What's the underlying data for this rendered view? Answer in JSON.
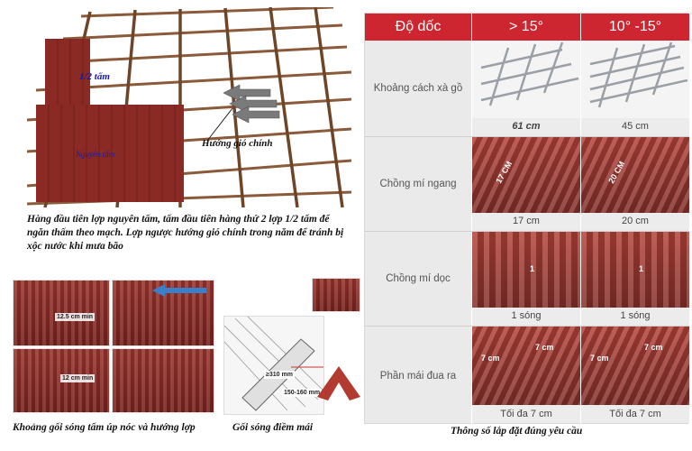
{
  "main_illustration": {
    "label_half_sheet": "1/2 tấm",
    "label_full_sheet": "Nguyên tấm",
    "label_wind": "Hướng gió chính",
    "caption": "Hàng đầu tiên lợp nguyên tấm, tấm đầu tiên hàng thứ 2 lợp 1/2 tấm để ngăn thấm theo mạch. Lợp ngược hướng gió chính trong năm để tránh bị xộc nước khi mưa bão"
  },
  "bottom_photos": {
    "tag_ridge_top": "12.5 cm min",
    "tag_ridge_bottom": "12 cm min",
    "caption_ridge": "Khoảng gối sóng tấm úp nóc và  hướng lợp",
    "tag_spacing_a": "≥310 mm",
    "tag_spacing_b": "150-160 mm",
    "caption_eave": "Gối sóng điềm mái",
    "caption_spec": "Thông số lắp đặt đúng yêu cầu"
  },
  "spec_table": {
    "header": {
      "col_label": "Độ dốc",
      "col_a": "> 15°",
      "col_b": "10° -15°"
    },
    "rows": [
      {
        "label": "Khoảng cách xà gồ",
        "a": "61 cm",
        "b": "45 cm"
      },
      {
        "label": "Chồng mí ngang",
        "a": "17 cm",
        "b": "20 cm",
        "img_a": "17 CM",
        "img_b": "20 CM"
      },
      {
        "label": "Chồng mí dọc",
        "a": "1 sóng",
        "b": "1 sóng",
        "img_a": "1",
        "img_b": "1"
      },
      {
        "label": "Phần mái đua ra",
        "a": "Tối đa 7 cm",
        "b": "Tối đa 7 cm",
        "img_a": "7 cm",
        "img_b": "7 cm"
      }
    ]
  },
  "colors": {
    "header_red": "#cd2630",
    "roof_red": "#8b2a25",
    "grid_brown": "#8a5a3a"
  }
}
